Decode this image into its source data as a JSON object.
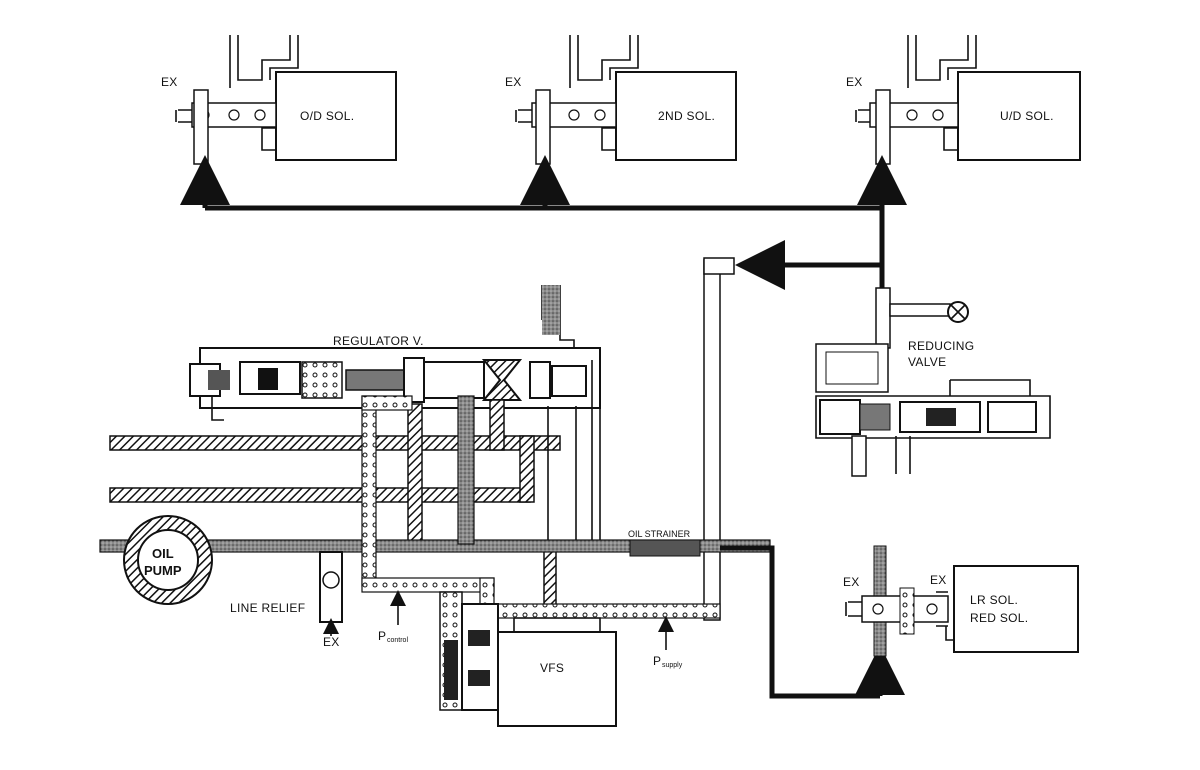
{
  "labels": {
    "od_sol": "O/D SOL.",
    "second_sol": "2ND SOL.",
    "ud_sol": "U/D SOL.",
    "ex": "EX",
    "regulator": "REGULATOR V.",
    "reducing_1": "REDUCING",
    "reducing_2": "VALVE",
    "oil_pump_1": "OIL",
    "oil_pump_2": "PUMP",
    "line_relief": "LINE RELIEF",
    "oil_strainer": "OIL STRAINER",
    "p_main": "P",
    "p_control_sub": "control",
    "p_supply_sub": "supply",
    "vfs": "VFS",
    "lr_sol_1": "LR SOL.",
    "lr_sol_2": "RED SOL."
  }
}
